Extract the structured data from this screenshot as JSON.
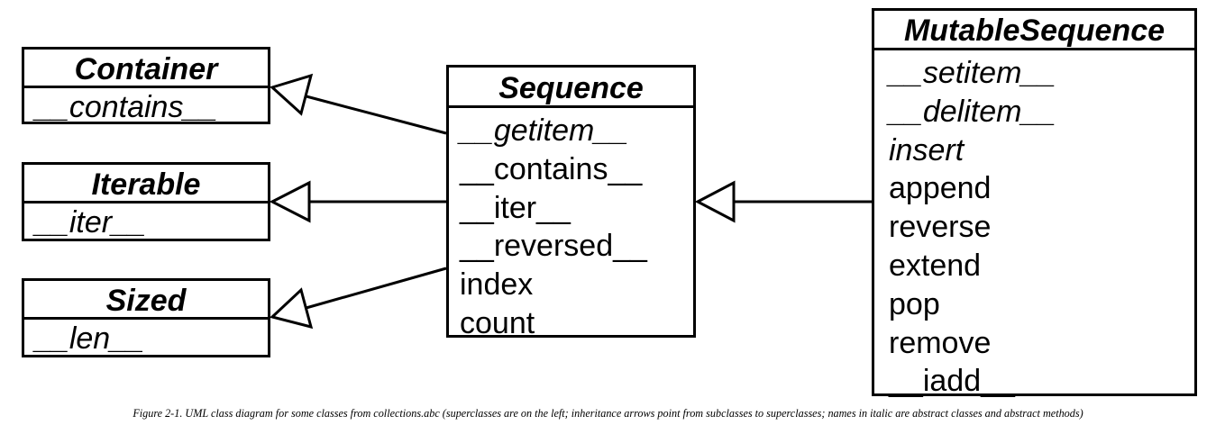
{
  "classes": {
    "container": {
      "name": "Container",
      "members": [
        {
          "text": "__contains__",
          "abstract": true
        }
      ]
    },
    "iterable": {
      "name": "Iterable",
      "members": [
        {
          "text": "__iter__",
          "abstract": true
        }
      ]
    },
    "sized": {
      "name": "Sized",
      "members": [
        {
          "text": "__len__",
          "abstract": true
        }
      ]
    },
    "sequence": {
      "name": "Sequence",
      "members": [
        {
          "text": "__getitem__",
          "abstract": true
        },
        {
          "text": "__contains__",
          "abstract": false
        },
        {
          "text": "__iter__",
          "abstract": false
        },
        {
          "text": "__reversed__",
          "abstract": false
        },
        {
          "text": "index",
          "abstract": false
        },
        {
          "text": "count",
          "abstract": false
        }
      ]
    },
    "mutable_sequence": {
      "name": "MutableSequence",
      "members": [
        {
          "text": "__setitem__",
          "abstract": true
        },
        {
          "text": "__delitem__",
          "abstract": true
        },
        {
          "text": "insert",
          "abstract": true
        },
        {
          "text": "append",
          "abstract": false
        },
        {
          "text": "reverse",
          "abstract": false
        },
        {
          "text": "extend",
          "abstract": false
        },
        {
          "text": "pop",
          "abstract": false
        },
        {
          "text": "remove",
          "abstract": false
        },
        {
          "text": "__iadd__",
          "abstract": false
        }
      ]
    }
  },
  "relations": [
    {
      "from": "Sequence",
      "to": "Container",
      "type": "inheritance"
    },
    {
      "from": "Sequence",
      "to": "Iterable",
      "type": "inheritance"
    },
    {
      "from": "Sequence",
      "to": "Sized",
      "type": "inheritance"
    },
    {
      "from": "MutableSequence",
      "to": "Sequence",
      "type": "inheritance"
    }
  ],
  "caption": "Figure 2-1. UML class diagram for some classes from collections.abc (superclasses are on the left; inheritance arrows point from subclasses to superclasses; names in italic are abstract classes and abstract methods)"
}
